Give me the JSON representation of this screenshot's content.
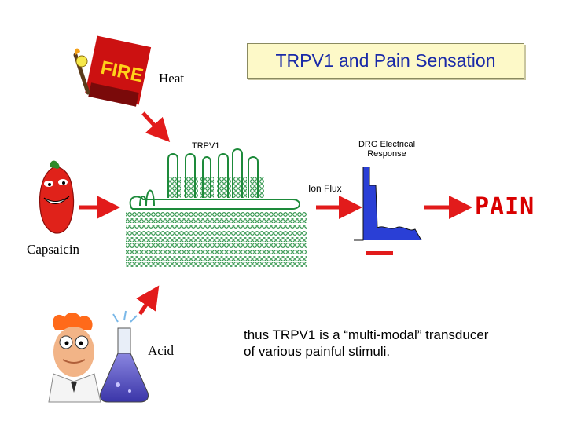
{
  "title": "TRPV1 and Pain Sensation",
  "stimuli": {
    "heat": "Heat",
    "capsaicin": "Capsaicin",
    "acid": "Acid"
  },
  "fire_sign": "FIRE",
  "receptor_label": "TRPV1",
  "ion_flux_label": "Ion Flux",
  "drg_label_line1": "DRG Electrical",
  "drg_label_line2": "Response",
  "output_label": "PAIN",
  "caption_line1": "thus TRPV1 is a “multi-modal” transducer",
  "caption_line2": "of various painful stimuli.",
  "colors": {
    "arrow": "#e21b1b",
    "title_text": "#1a2aa8",
    "title_bg": "#fdf9c8",
    "trace": "#2a3fd6",
    "membrane": "#1d8a3a",
    "pain": "#d90000"
  }
}
